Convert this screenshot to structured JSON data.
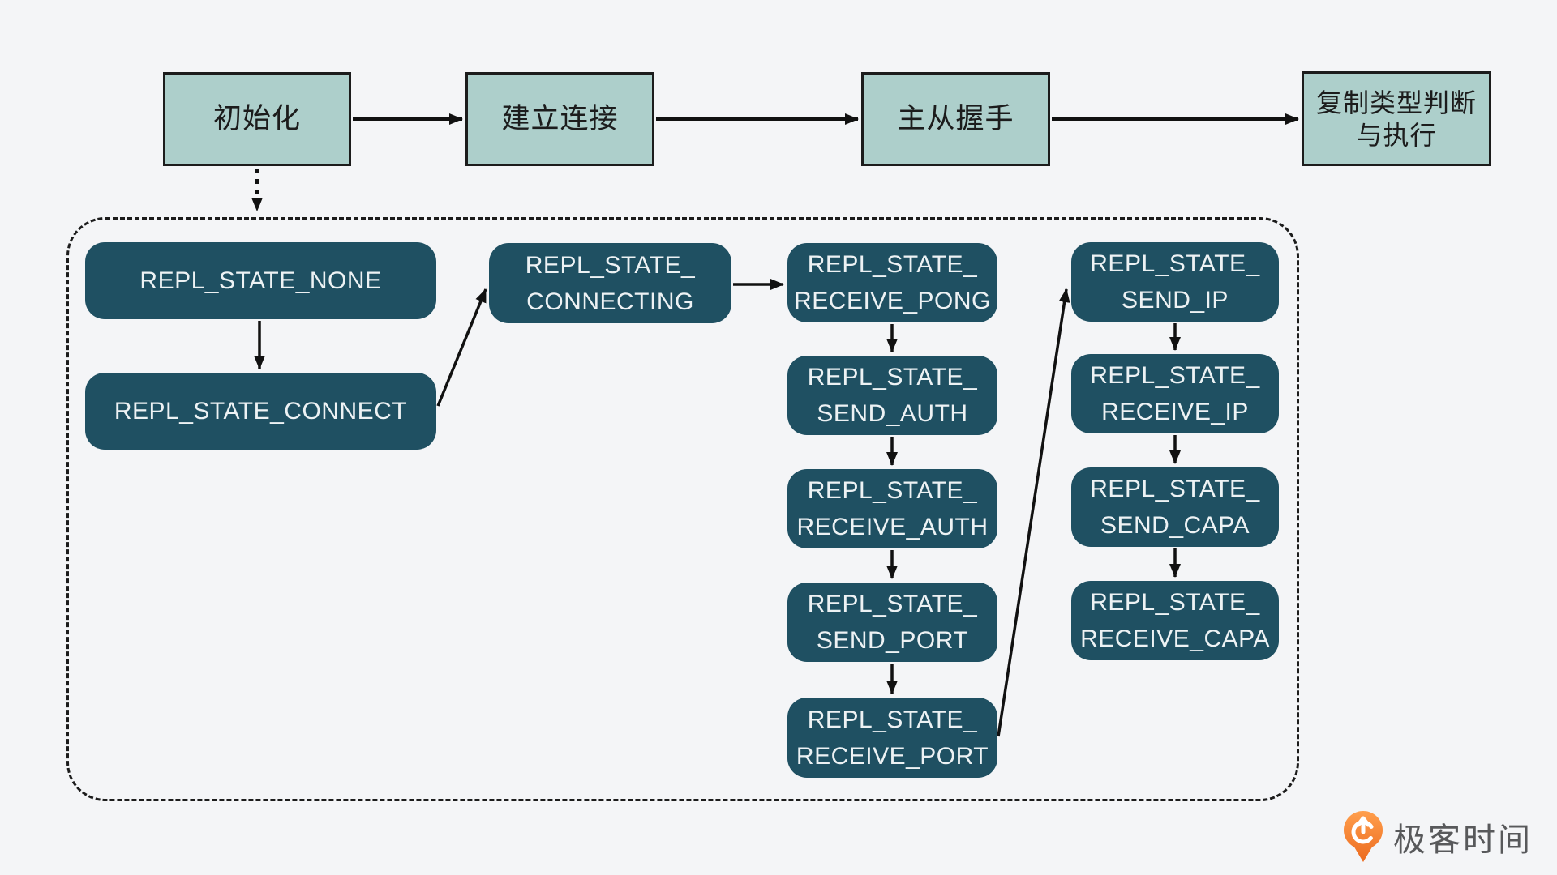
{
  "page": {
    "background": "#f4f5f7"
  },
  "colors": {
    "flow_box_fill": "#adcfcb",
    "flow_box_border": "#1c1c1c",
    "state_box_fill": "#1f5062",
    "state_box_text": "#edf2f4",
    "arrow": "#111111",
    "container_border": "#1c1c1c",
    "brand_orange": "#f37b2a",
    "brand_text_color": "#58595b"
  },
  "top_flow": {
    "boxes": [
      {
        "label": "初始化"
      },
      {
        "label": "建立连接"
      },
      {
        "label": "主从握手"
      },
      {
        "label": "复制类型判断\n与执行"
      }
    ]
  },
  "state_machine": {
    "boxes": [
      {
        "label": "REPL_STATE_NONE"
      },
      {
        "label": "REPL_STATE_CONNECT"
      },
      {
        "label": "REPL_STATE_\nCONNECTING"
      },
      {
        "label": "REPL_STATE_\nRECEIVE_PONG"
      },
      {
        "label": "REPL_STATE_\nSEND_AUTH"
      },
      {
        "label": "REPL_STATE_\nRECEIVE_AUTH"
      },
      {
        "label": "REPL_STATE_\nSEND_PORT"
      },
      {
        "label": "REPL_STATE_\nRECEIVE_PORT"
      },
      {
        "label": "REPL_STATE_\nSEND_IP"
      },
      {
        "label": "REPL_STATE_\nRECEIVE_IP"
      },
      {
        "label": "REPL_STATE_\nSEND_CAPA"
      },
      {
        "label": "REPL_STATE_\nRECEIVE_CAPA"
      }
    ]
  },
  "footer": {
    "brand": "极客时间"
  }
}
